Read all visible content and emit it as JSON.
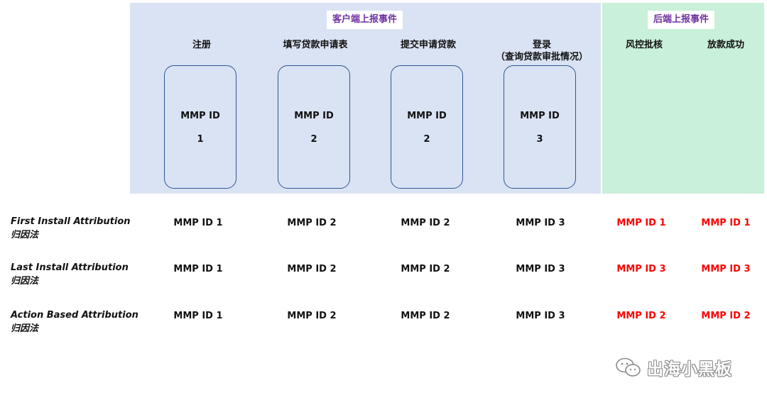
{
  "client_panel": {
    "title": "客户端上报事件",
    "columns": [
      {
        "title": "注册",
        "subtitle": "",
        "box_label": "MMP ID",
        "box_number": "1"
      },
      {
        "title": "填写贷款申请表",
        "subtitle": "",
        "box_label": "MMP ID",
        "box_number": "2"
      },
      {
        "title": "提交申请贷款",
        "subtitle": "",
        "box_label": "MMP ID",
        "box_number": "2"
      },
      {
        "title": "登录",
        "subtitle": "（查询贷款审批情况）",
        "box_label": "MMP ID",
        "box_number": "3"
      }
    ]
  },
  "server_panel": {
    "title": "后端上报事件",
    "columns": [
      {
        "title": "风控批核"
      },
      {
        "title": "放款成功"
      }
    ]
  },
  "rows": [
    {
      "label": "First Install Attribution",
      "label_zh": "归因法",
      "cells": [
        "MMP ID 1",
        "MMP ID 2",
        "MMP ID 2",
        "MMP ID 3",
        "MMP ID 1",
        "MMP ID 1"
      ]
    },
    {
      "label": "Last Install Attribution",
      "label_zh": "归因法",
      "cells": [
        "MMP ID 1",
        "MMP ID 2",
        "MMP ID 2",
        "MMP ID 3",
        "MMP ID 3",
        "MMP ID 3"
      ]
    },
    {
      "label": "Action Based Attribution",
      "label_zh": "归因法",
      "cells": [
        "MMP ID 1",
        "MMP ID 2",
        "MMP ID 2",
        "MMP ID 3",
        "MMP ID 2",
        "MMP ID 2"
      ]
    }
  ],
  "colors": {
    "client_bg": "#dae3f3",
    "server_bg": "#c9f0d8",
    "tag_text": "#7030a0",
    "box_border": "#2f5597",
    "server_value": "#ff0000"
  },
  "watermark": {
    "text": "出海小黑板",
    "icon": "wechat-icon"
  }
}
